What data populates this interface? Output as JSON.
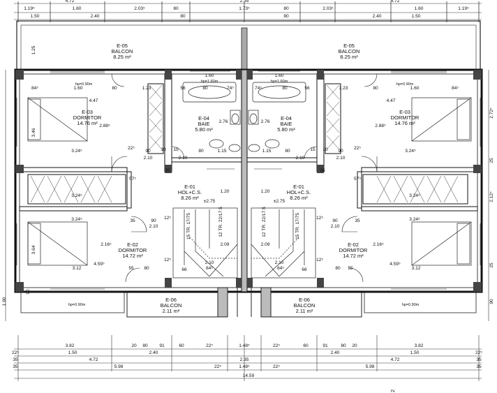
{
  "rooms": [
    {
      "code": "E-05",
      "name": "BALCON",
      "area": "8.25 m²"
    },
    {
      "code": "E-05",
      "name": "BALCON",
      "area": "8.25 m²"
    },
    {
      "code": "E-03",
      "name": "DORMITOR",
      "area": "14.76 m²"
    },
    {
      "code": "E-04",
      "name": "BAIE",
      "area": "5.80 m²"
    },
    {
      "code": "E-04",
      "name": "BAIE",
      "area": "5.80 m²"
    },
    {
      "code": "E-03",
      "name": "DORMITOR",
      "area": "14.76 m²"
    },
    {
      "code": "E-01",
      "name": "HOL+C.S.",
      "area": "8.26 m²"
    },
    {
      "code": "E-01",
      "name": "HOL+C.S.",
      "area": "8.26 m²"
    },
    {
      "code": "E-02",
      "name": "DORMITOR",
      "area": "14.72 m²"
    },
    {
      "code": "E-02",
      "name": "DORMITOR",
      "area": "14.72 m²"
    },
    {
      "code": "E-06",
      "name": "BALCON",
      "area": "2.11 m²"
    },
    {
      "code": "E-06",
      "name": "BALCON",
      "area": "2.11 m²"
    }
  ],
  "levels": [
    "±2.75",
    "±2.75"
  ],
  "top_dims_row1": [
    "1.19⁵",
    "1.60",
    "2.03⁵",
    "80",
    "1.73⁵",
    "80",
    "2.03⁵",
    "1.60",
    "1.19⁵"
  ],
  "top_dims_row2": [
    "1.50",
    "2.40",
    "80",
    "80",
    "2.40",
    "1.50"
  ],
  "top_cut": [
    "4.72",
    "2.35",
    "4.72"
  ],
  "bottom_dims_row1": [
    "3.82",
    "20",
    "80",
    "91",
    "60",
    "22⁵",
    "1.48⁵",
    "22⁵",
    "60",
    "91",
    "80",
    "20",
    "3.82"
  ],
  "bottom_dims_row2": [
    "22⁵",
    "1.50",
    "2.40",
    "2.40",
    "1.50",
    "22⁵"
  ],
  "bottom_dims_row3": [
    "35",
    "4.72",
    "2.35",
    "4.72",
    "35"
  ],
  "bottom_dims_row4": [
    "35",
    "5.98",
    "22⁵",
    "1.48⁵",
    "22⁵",
    "5.98",
    "35"
  ],
  "bottom_total": "14.59",
  "left_dims": [
    "1.25",
    "3.46",
    "3.64",
    "90",
    "1.90"
  ],
  "right_dims": [
    "2.72⁵",
    "25",
    "2.12⁵",
    "25",
    "90"
  ],
  "interior_dims": [
    "84⁵",
    "1.60",
    "80",
    "1.23",
    "56",
    "80",
    "74⁵",
    "74⁵",
    "80",
    "56",
    "1.23",
    "80",
    "1.60",
    "84⁵",
    "4.47",
    "4.47",
    "2.88⁵",
    "2.88⁵",
    "2.76",
    "2.76",
    "3.24⁵",
    "3.24⁵",
    "22⁵",
    "22⁵",
    "90",
    "90",
    "2.10",
    "2.10",
    "2.10",
    "2.10",
    "10",
    "15",
    "15",
    "10",
    "1.15",
    "80",
    "80",
    "1.15",
    "35",
    "35",
    "1.20",
    "1.20",
    "57⁵",
    "57⁵",
    "3.24⁵",
    "3.24⁵",
    "3.24⁵",
    "3.24⁵",
    "35",
    "35",
    "90",
    "90",
    "2.10",
    "2.10",
    "2.16⁵",
    "2.16⁵",
    "4.59⁵",
    "4.59⁵",
    "3.12",
    "3.12",
    "55",
    "80",
    "55",
    "80",
    "2.09",
    "2.09",
    "66",
    "84⁵",
    "66",
    "84⁵",
    "2.10",
    "2.10",
    "12⁵",
    "12⁵",
    "12⁵",
    "12⁵",
    "hp=1.60m",
    "hp=1.60m",
    "hp=0.90m",
    "hp=0.90m",
    "hp=0.90m",
    "hp=0.90m",
    "15 TR. 17/75",
    "15 TR. 17/75",
    "12 TR. 22/17.5",
    "12 TR. 22/17.5",
    "1.60",
    "1.60"
  ],
  "sheet_number": "2"
}
